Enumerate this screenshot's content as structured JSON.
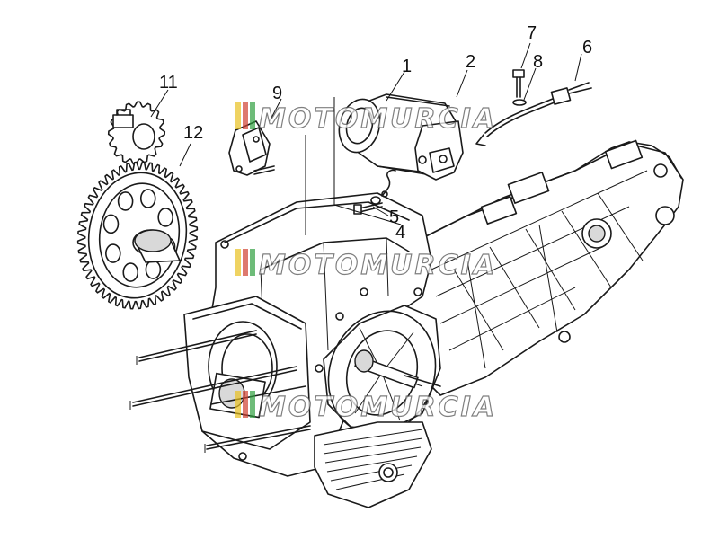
{
  "diagram": {
    "callouts": [
      {
        "id": "1",
        "label": "1"
      },
      {
        "id": "2",
        "label": "2"
      },
      {
        "id": "4",
        "label": "4"
      },
      {
        "id": "5",
        "label": "5"
      },
      {
        "id": "6",
        "label": "6"
      },
      {
        "id": "7",
        "label": "7"
      },
      {
        "id": "8",
        "label": "8"
      },
      {
        "id": "9",
        "label": "9"
      },
      {
        "id": "11",
        "label": "11"
      },
      {
        "id": "12",
        "label": "12"
      }
    ]
  },
  "watermark": {
    "text": "MOTOMURCIA",
    "colors": [
      "#e8c020",
      "#d04030",
      "#30a040"
    ]
  }
}
